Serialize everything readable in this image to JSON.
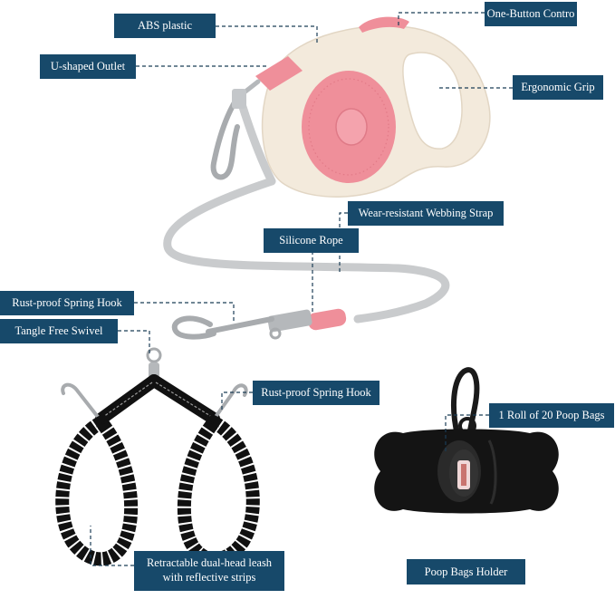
{
  "labels": {
    "abs_plastic": "ABS plastic",
    "one_button_control": "One-Button Contro",
    "u_shaped_outlet": "U-shaped Outlet",
    "ergonomic_grip": "Ergonomic Grip",
    "wear_resistant_strap": "Wear-resistant Webbing Strap",
    "silicone_rope": "Silicone Rope",
    "spring_hook_top": "Rust-proof Spring Hook",
    "tangle_free_swivel": "Tangle Free Swivel",
    "spring_hook_bottom": "Rust-proof Spring Hook",
    "poop_bags_roll": "1 Roll of 20 Poop Bags",
    "dual_head_leash_line1": "Retractable dual-head leash",
    "dual_head_leash_line2": "with reflective strips",
    "poop_bags_holder": "Poop Bags Holder"
  },
  "colors": {
    "label_bg": "#17496a",
    "label_text": "#ffffff",
    "leash_body": "#f3eadc",
    "leash_pink": "#ef8f9a",
    "strap_gray": "#c9cbcd",
    "metal": "#b5b8bb",
    "black": "#111111"
  },
  "icons": [
    "retractable-leash-icon",
    "dual-head-leash-icon",
    "bone-bag-holder-icon"
  ]
}
